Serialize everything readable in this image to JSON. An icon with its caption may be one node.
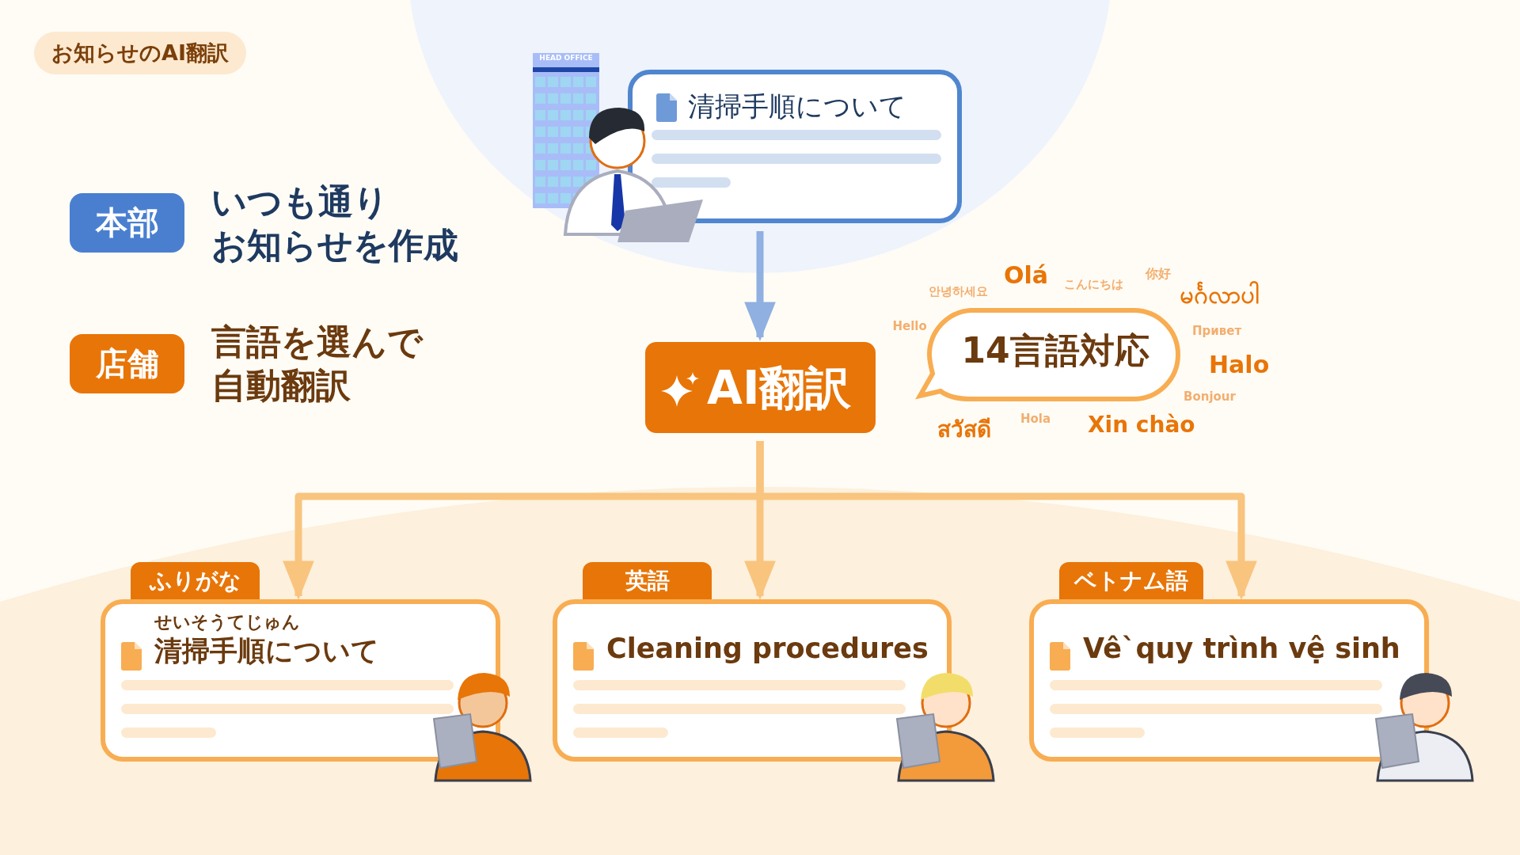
{
  "diagram": {
    "title": "お知らせのAI翻訳",
    "nodes": [
      {
        "text": [
          "清掃手順について"
        ]
      },
      {
        "text": [
          "本部"
        ],
        "beside": [
          "いつも通り",
          "お知らせを作成"
        ]
      },
      {
        "text": [
          "店舗"
        ],
        "beside": [
          "言語を選んで",
          "自動翻訳"
        ]
      },
      {
        "text": [
          "AI翻訳"
        ]
      },
      {
        "text": [
          "14言語対応"
        ]
      },
      {
        "text": [
          "ふりがな",
          "せいそうてじゅん",
          "清掃手順について"
        ]
      },
      {
        "text": [
          "英語",
          "Cleaning procedures"
        ]
      },
      {
        "text": [
          "ベトナム語",
          "Vê`quy trình vệ sinh"
        ]
      }
    ],
    "edges": [
      {
        "from": 0,
        "to": 3,
        "arrow": "to",
        "color": "#8fb0e0"
      },
      {
        "from": 3,
        "to": 5,
        "arrow": "to"
      },
      {
        "from": 3,
        "to": 6,
        "arrow": "to"
      },
      {
        "from": 3,
        "to": 7,
        "arrow": "to"
      }
    ],
    "labels": [
      "HEAD OFFICE",
      "你好",
      "Olá",
      "こんにちは",
      "안녕하세요",
      "မင်္ဂလာပါ",
      "Hello",
      "Привет",
      "Halo",
      "Bonjour",
      "Hola",
      "สวัสดี",
      "Xin chào"
    ]
  }
}
